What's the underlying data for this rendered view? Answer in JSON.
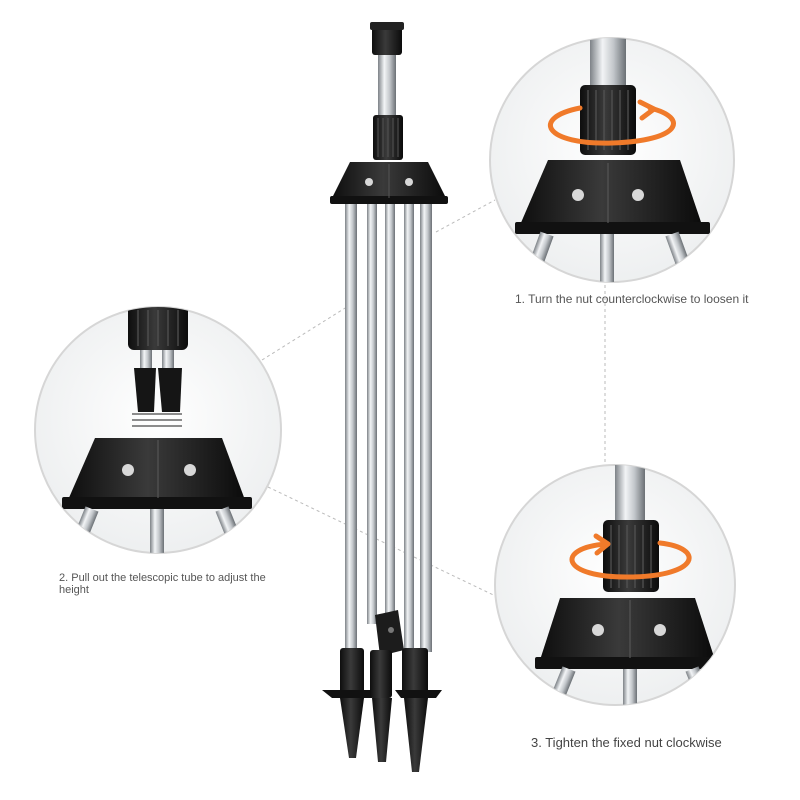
{
  "captions": {
    "step1": "1. Turn the nut counterclockwise to loosen it",
    "step2": "2. Pull out the telescopic tube to adjust the height",
    "step3": "3. Tighten the fixed nut clockwise"
  },
  "colors": {
    "background": "#ffffff",
    "plastic": "#1c1c1c",
    "steel": "#c8ccd0",
    "rotation_arrow": "#f07a2a",
    "circle_border": "#d6d6d6",
    "leader_line": "#bbbbbb",
    "caption_text": "#555555"
  },
  "icons": {
    "rotate_counterclockwise": "rotate-counterclockwise-arrow-icon",
    "rotate_clockwise": "rotate-clockwise-arrow-icon"
  }
}
